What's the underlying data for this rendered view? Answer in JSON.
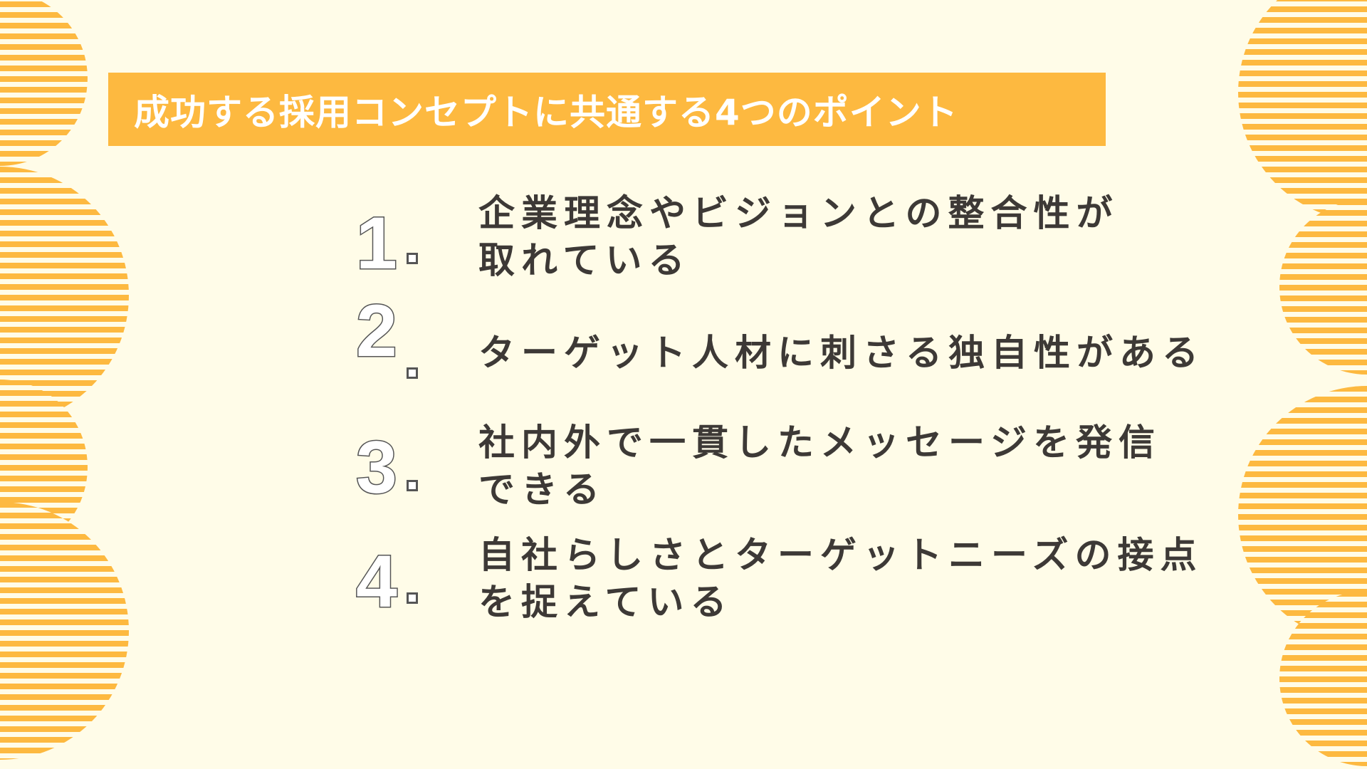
{
  "colors": {
    "background": "#FFFCE8",
    "accent": "#FDB940",
    "text": "#3D3936",
    "number_outline": "#555555"
  },
  "banner": {
    "title": "成功する採用コンセプトに共通する4つのポイント"
  },
  "points": [
    {
      "number": "1",
      "lines": [
        "企業理念やビジョンとの整合性が",
        "取れている"
      ]
    },
    {
      "number": "2",
      "lines": [
        "ターゲット人材に刺さる独自性がある"
      ]
    },
    {
      "number": "3",
      "lines": [
        "社内外で一貫したメッセージを発信",
        "できる"
      ]
    },
    {
      "number": "4",
      "lines": [
        "自社らしさとターゲットニーズの接点",
        "を捉えている"
      ]
    }
  ]
}
